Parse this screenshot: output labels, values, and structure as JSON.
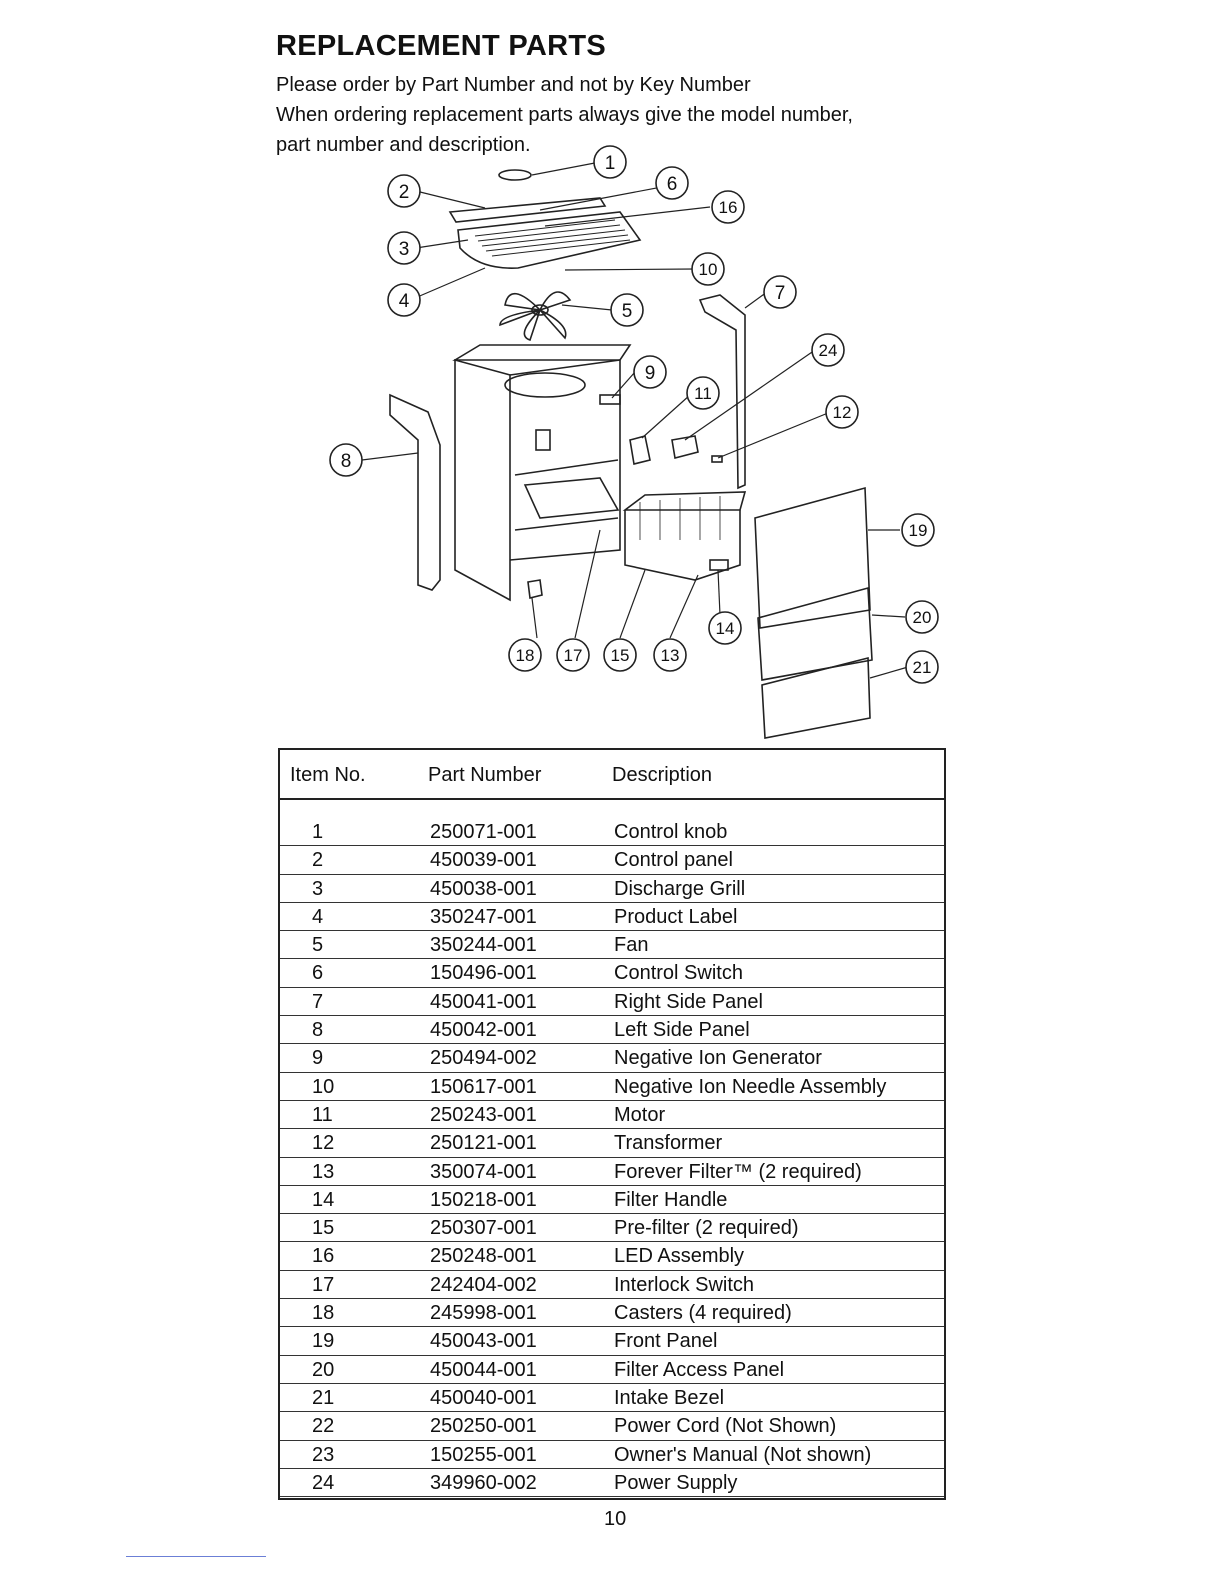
{
  "header": {
    "title": "REPLACEMENT PARTS",
    "instruction_1": "Please order by Part Number and not by Key Number",
    "instruction_2": "When ordering replacement parts always give the model number,",
    "instruction_3": "part number and description."
  },
  "diagram": {
    "callouts": [
      "1",
      "2",
      "3",
      "4",
      "5",
      "6",
      "7",
      "8",
      "9",
      "10",
      "11",
      "12",
      "13",
      "14",
      "15",
      "16",
      "17",
      "18",
      "19",
      "20",
      "21",
      "24"
    ]
  },
  "table": {
    "headers": [
      "Item No.",
      "Part Number",
      "Description"
    ],
    "rows": [
      {
        "item": "1",
        "part": "250071-001",
        "desc": "Control knob"
      },
      {
        "item": "2",
        "part": "450039-001",
        "desc": "Control panel"
      },
      {
        "item": "3",
        "part": "450038-001",
        "desc": "Discharge Grill"
      },
      {
        "item": "4",
        "part": "350247-001",
        "desc": "Product Label"
      },
      {
        "item": "5",
        "part": "350244-001",
        "desc": "Fan"
      },
      {
        "item": "6",
        "part": "150496-001",
        "desc": "Control Switch"
      },
      {
        "item": "7",
        "part": "450041-001",
        "desc": "Right Side Panel"
      },
      {
        "item": "8",
        "part": "450042-001",
        "desc": "Left Side Panel"
      },
      {
        "item": "9",
        "part": "250494-002",
        "desc": "Negative Ion Generator"
      },
      {
        "item": "10",
        "part": "150617-001",
        "desc": "Negative Ion Needle Assembly"
      },
      {
        "item": "11",
        "part": "250243-001",
        "desc": "Motor"
      },
      {
        "item": "12",
        "part": "250121-001",
        "desc": "Transformer"
      },
      {
        "item": "13",
        "part": "350074-001",
        "desc": "Forever Filter™ (2 required)"
      },
      {
        "item": "14",
        "part": "150218-001",
        "desc": "Filter Handle"
      },
      {
        "item": "15",
        "part": "250307-001",
        "desc": "Pre-filter (2 required)"
      },
      {
        "item": "16",
        "part": "250248-001",
        "desc": "LED Assembly"
      },
      {
        "item": "17",
        "part": "242404-002",
        "desc": "Interlock Switch"
      },
      {
        "item": "18",
        "part": "245998-001",
        "desc": "Casters (4 required)"
      },
      {
        "item": "19",
        "part": "450043-001",
        "desc": "Front Panel"
      },
      {
        "item": "20",
        "part": "450044-001",
        "desc": "Filter Access Panel"
      },
      {
        "item": "21",
        "part": "450040-001",
        "desc": "Intake Bezel"
      },
      {
        "item": "22",
        "part": "250250-001",
        "desc": "Power Cord (Not Shown)"
      },
      {
        "item": "23",
        "part": "150255-001",
        "desc": "Owner's Manual (Not shown)"
      },
      {
        "item": "24",
        "part": "349960-002",
        "desc": "Power Supply"
      }
    ]
  },
  "footer": {
    "page_number": "10"
  }
}
